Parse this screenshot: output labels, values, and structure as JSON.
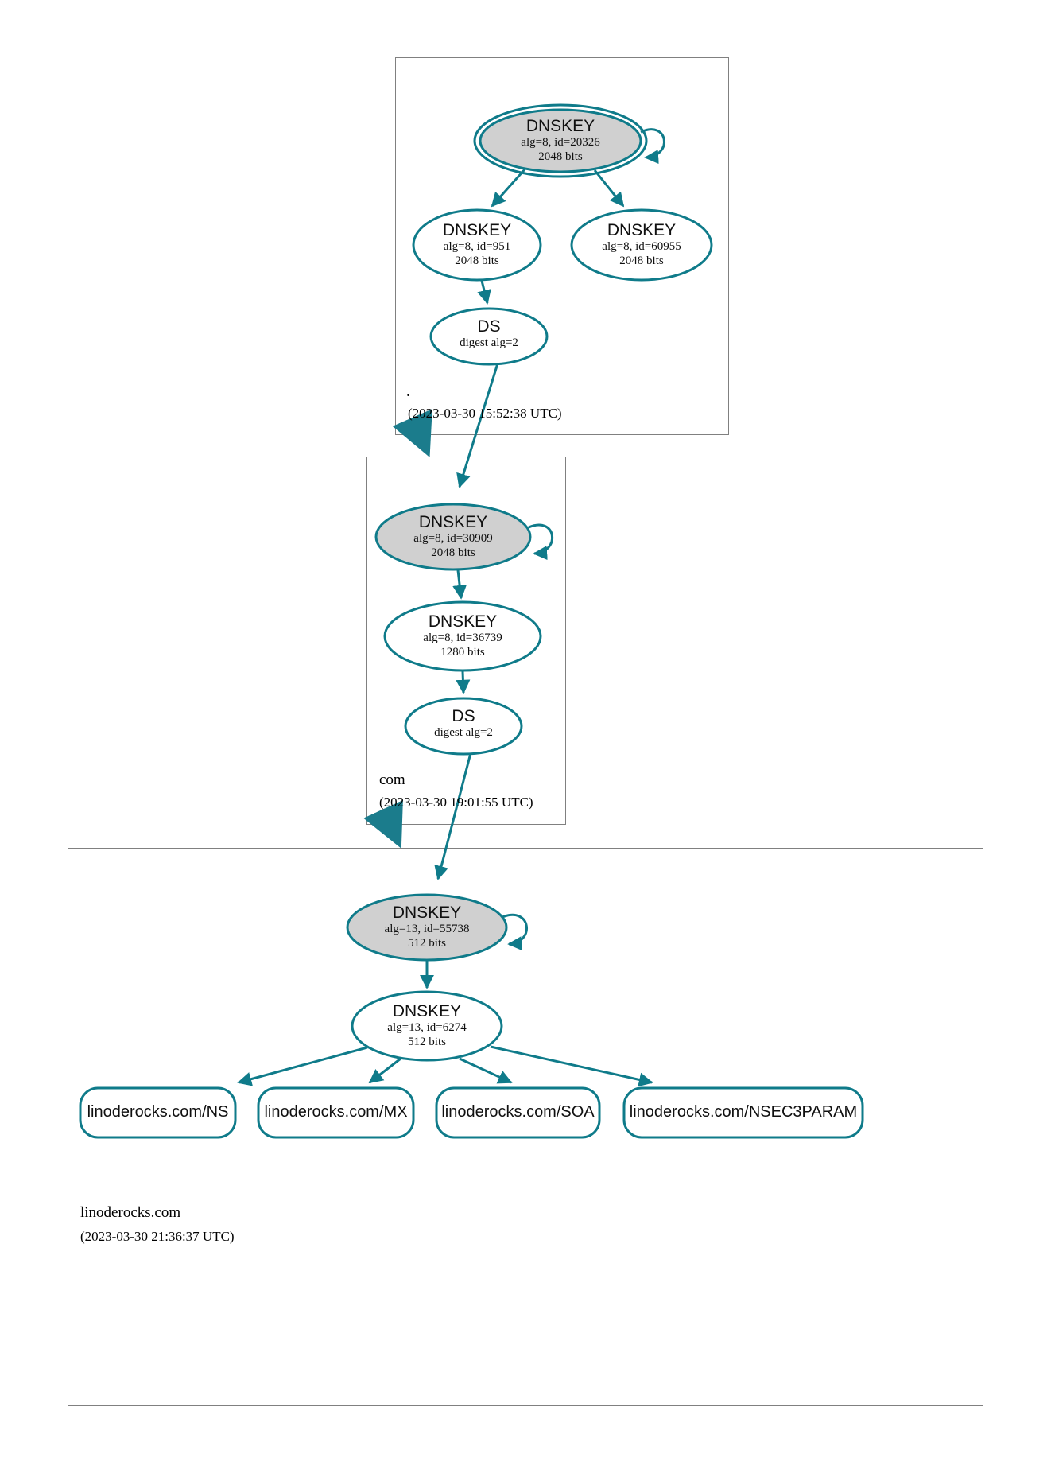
{
  "diagram": {
    "type": "dnssec-authentication-chain",
    "colors": {
      "edge": "#0f7b8a",
      "node_stroke": "#0f7b8a",
      "secure_key_fill": "#d0d0d0",
      "zone_border": "#808080",
      "background": "#ffffff",
      "text": "#101010"
    },
    "zones": [
      {
        "name": "root-zone",
        "label": ".",
        "timestamp": "(2023-03-30 15:52:38 UTC)",
        "nodes": [
          {
            "id": "root-ksk-20326",
            "kind": "DNSKEY",
            "title": "DNSKEY",
            "line2": "alg=8, id=20326",
            "line3": "2048 bits",
            "alg": 8,
            "key_id": 20326,
            "bits": 2048,
            "trust_anchor": true,
            "self_signed": true,
            "fill": "#d0d0d0"
          },
          {
            "id": "root-zsk-951",
            "kind": "DNSKEY",
            "title": "DNSKEY",
            "line2": "alg=8, id=951",
            "line3": "2048 bits",
            "alg": 8,
            "key_id": 951,
            "bits": 2048,
            "trust_anchor": false,
            "self_signed": false,
            "fill": "#ffffff"
          },
          {
            "id": "root-zsk-60955",
            "kind": "DNSKEY",
            "title": "DNSKEY",
            "line2": "alg=8, id=60955",
            "line3": "2048 bits",
            "alg": 8,
            "key_id": 60955,
            "bits": 2048,
            "trust_anchor": false,
            "self_signed": false,
            "fill": "#ffffff"
          },
          {
            "id": "root-ds-com",
            "kind": "DS",
            "title": "DS",
            "line2": "digest alg=2",
            "digest_alg": 2,
            "fill": "#ffffff"
          }
        ]
      },
      {
        "name": "com-zone",
        "label": "com",
        "timestamp": "(2023-03-30 19:01:55 UTC)",
        "nodes": [
          {
            "id": "com-ksk-30909",
            "kind": "DNSKEY",
            "title": "DNSKEY",
            "line2": "alg=8, id=30909",
            "line3": "2048 bits",
            "alg": 8,
            "key_id": 30909,
            "bits": 2048,
            "trust_anchor": false,
            "self_signed": true,
            "fill": "#d0d0d0"
          },
          {
            "id": "com-zsk-36739",
            "kind": "DNSKEY",
            "title": "DNSKEY",
            "line2": "alg=8, id=36739",
            "line3": "1280 bits",
            "alg": 8,
            "key_id": 36739,
            "bits": 1280,
            "trust_anchor": false,
            "self_signed": false,
            "fill": "#ffffff"
          },
          {
            "id": "com-ds-linoderocks",
            "kind": "DS",
            "title": "DS",
            "line2": "digest alg=2",
            "digest_alg": 2,
            "fill": "#ffffff"
          }
        ]
      },
      {
        "name": "linoderocks-zone",
        "label": "linoderocks.com",
        "timestamp": "(2023-03-30 21:36:37 UTC)",
        "nodes": [
          {
            "id": "lr-ksk-55738",
            "kind": "DNSKEY",
            "title": "DNSKEY",
            "line2": "alg=13, id=55738",
            "line3": "512 bits",
            "alg": 13,
            "key_id": 55738,
            "bits": 512,
            "trust_anchor": false,
            "self_signed": true,
            "fill": "#d0d0d0"
          },
          {
            "id": "lr-zsk-6274",
            "kind": "DNSKEY",
            "title": "DNSKEY",
            "line2": "alg=13, id=6274",
            "line3": "512 bits",
            "alg": 13,
            "key_id": 6274,
            "bits": 512,
            "trust_anchor": false,
            "self_signed": false,
            "fill": "#ffffff"
          }
        ],
        "rrsets": [
          {
            "id": "rr-ns",
            "label": "linoderocks.com/NS"
          },
          {
            "id": "rr-mx",
            "label": "linoderocks.com/MX"
          },
          {
            "id": "rr-soa",
            "label": "linoderocks.com/SOA"
          },
          {
            "id": "rr-nsec3param",
            "label": "linoderocks.com/NSEC3PARAM"
          }
        ]
      }
    ],
    "edges": [
      {
        "from": "root-ksk-20326",
        "to": "root-ksk-20326",
        "kind": "self-sign"
      },
      {
        "from": "root-ksk-20326",
        "to": "root-zsk-951",
        "kind": "sign"
      },
      {
        "from": "root-ksk-20326",
        "to": "root-zsk-60955",
        "kind": "sign"
      },
      {
        "from": "root-zsk-951",
        "to": "root-ds-com",
        "kind": "sign"
      },
      {
        "from": "root-ds-com",
        "to": "com-ksk-30909",
        "kind": "delegation"
      },
      {
        "from": "com-ksk-30909",
        "to": "com-ksk-30909",
        "kind": "self-sign"
      },
      {
        "from": "com-ksk-30909",
        "to": "com-zsk-36739",
        "kind": "sign"
      },
      {
        "from": "com-zsk-36739",
        "to": "com-ds-linoderocks",
        "kind": "sign"
      },
      {
        "from": "com-ds-linoderocks",
        "to": "lr-ksk-55738",
        "kind": "delegation"
      },
      {
        "from": "lr-ksk-55738",
        "to": "lr-ksk-55738",
        "kind": "self-sign"
      },
      {
        "from": "lr-ksk-55738",
        "to": "lr-zsk-6274",
        "kind": "sign"
      },
      {
        "from": "lr-zsk-6274",
        "to": "rr-ns",
        "kind": "sign"
      },
      {
        "from": "lr-zsk-6274",
        "to": "rr-mx",
        "kind": "sign"
      },
      {
        "from": "lr-zsk-6274",
        "to": "rr-soa",
        "kind": "sign"
      },
      {
        "from": "lr-zsk-6274",
        "to": "rr-nsec3param",
        "kind": "sign"
      }
    ],
    "zone_transitions": [
      {
        "from": "root-zone",
        "to": "com-zone"
      },
      {
        "from": "com-zone",
        "to": "linoderocks-zone"
      }
    ]
  }
}
